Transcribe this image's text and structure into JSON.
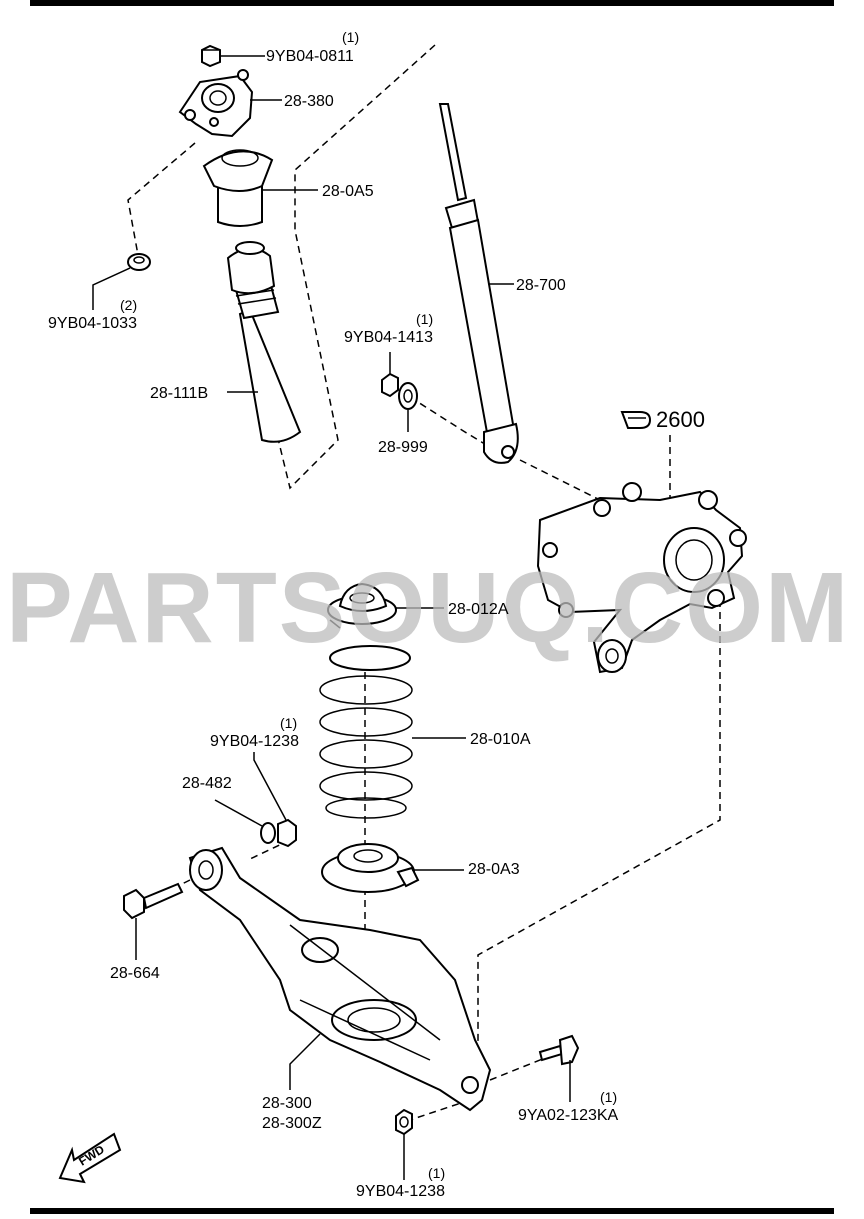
{
  "diagram": {
    "watermark": "PARTSOUQ.COM",
    "fwd_label": "FWD",
    "reference_label": "2600",
    "parts": [
      {
        "id": "nut-top",
        "code": "9YB04-0811",
        "qty": "(1)"
      },
      {
        "id": "mount",
        "code": "28-380",
        "qty": ""
      },
      {
        "id": "bump-stop-cap",
        "code": "28-0A5",
        "qty": ""
      },
      {
        "id": "washer-left",
        "code": "9YB04-1033",
        "qty": "(2)"
      },
      {
        "id": "dust-boot",
        "code": "28-111B",
        "qty": ""
      },
      {
        "id": "shock",
        "code": "28-700",
        "qty": ""
      },
      {
        "id": "nut-shock",
        "code": "9YB04-1413",
        "qty": "(1)"
      },
      {
        "id": "washer-shock",
        "code": "28-999",
        "qty": ""
      },
      {
        "id": "upper-seat",
        "code": "28-012A",
        "qty": ""
      },
      {
        "id": "spring",
        "code": "28-010A",
        "qty": ""
      },
      {
        "id": "nut-arm",
        "code": "9YB04-1238",
        "qty": "(1)"
      },
      {
        "id": "washer-arm",
        "code": "28-482",
        "qty": ""
      },
      {
        "id": "lower-seat",
        "code": "28-0A3",
        "qty": ""
      },
      {
        "id": "bolt-arm",
        "code": "28-664",
        "qty": ""
      },
      {
        "id": "arm",
        "code": "28-300",
        "qty": ""
      },
      {
        "id": "arm-alt",
        "code": "28-300Z",
        "qty": ""
      },
      {
        "id": "bolt-knuckle",
        "code": "9YA02-123KA",
        "qty": "(1)"
      },
      {
        "id": "nut-bottom",
        "code": "9YB04-1238",
        "qty": "(1)"
      }
    ]
  }
}
